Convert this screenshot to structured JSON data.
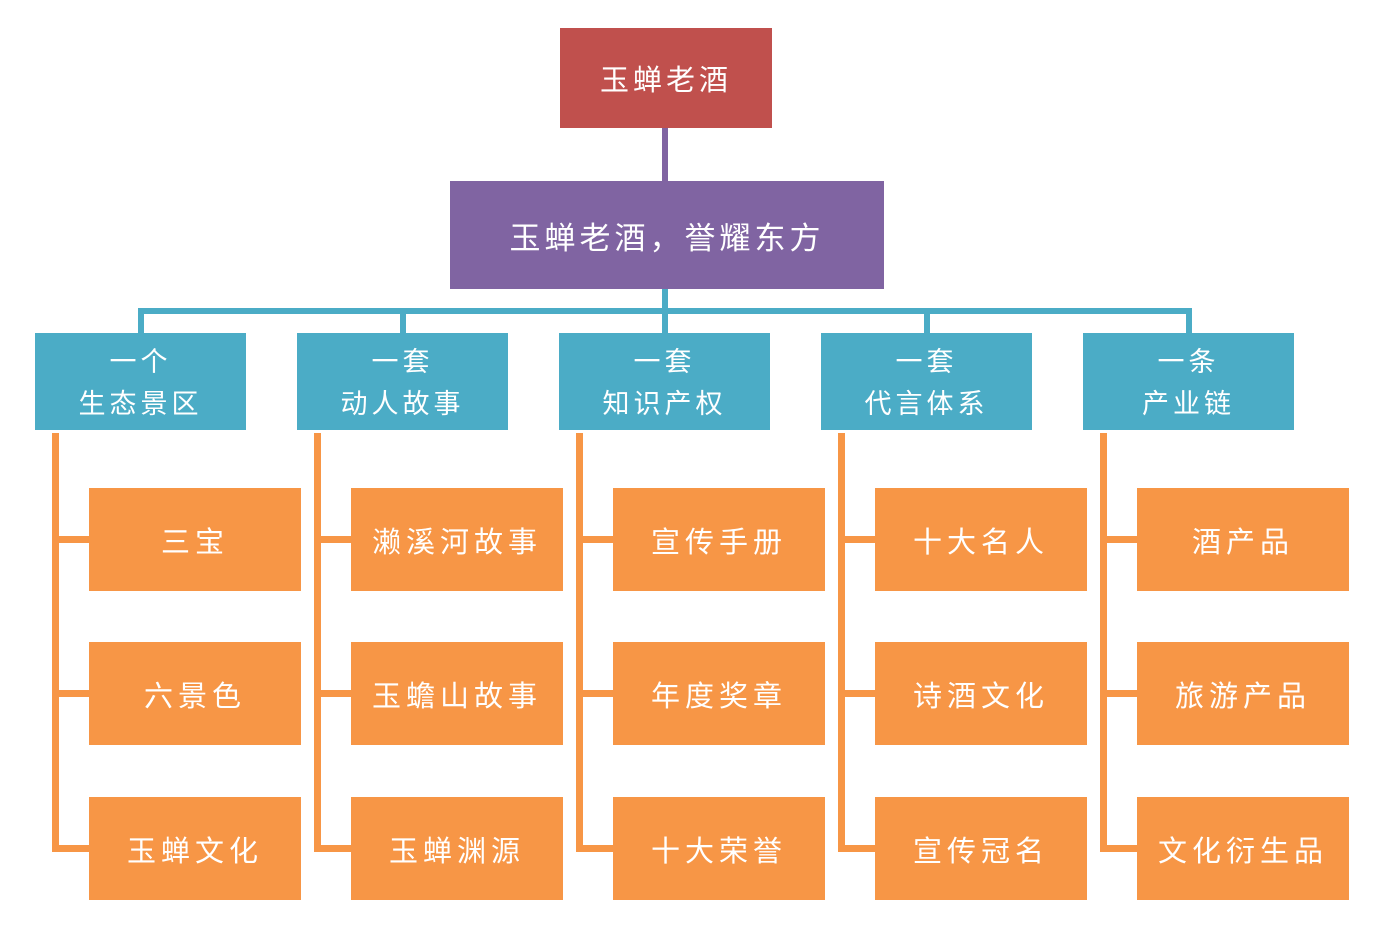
{
  "root": {
    "label": "玉蝉老酒"
  },
  "slogan": {
    "label": "玉蝉老酒，誉耀东方"
  },
  "colors": {
    "root_box": "#c0504d",
    "slogan_box": "#8064a2",
    "category_box": "#4bacc6",
    "item_box": "#f79646",
    "text": "#ffffff",
    "background": "#ffffff"
  },
  "branches": [
    {
      "title_line1": "一个",
      "title_line2": "生态景区",
      "children": [
        "三宝",
        "六景色",
        "玉蝉文化"
      ]
    },
    {
      "title_line1": "一套",
      "title_line2": "动人故事",
      "children": [
        "濑溪河故事",
        "玉蟾山故事",
        "玉蝉渊源"
      ]
    },
    {
      "title_line1": "一套",
      "title_line2": "知识产权",
      "children": [
        "宣传手册",
        "年度奖章",
        "十大荣誉"
      ]
    },
    {
      "title_line1": "一套",
      "title_line2": "代言体系",
      "children": [
        "十大名人",
        "诗酒文化",
        "宣传冠名"
      ]
    },
    {
      "title_line1": "一条",
      "title_line2": "产业链",
      "children": [
        "酒产品",
        "旅游产品",
        "文化衍生品"
      ]
    }
  ]
}
